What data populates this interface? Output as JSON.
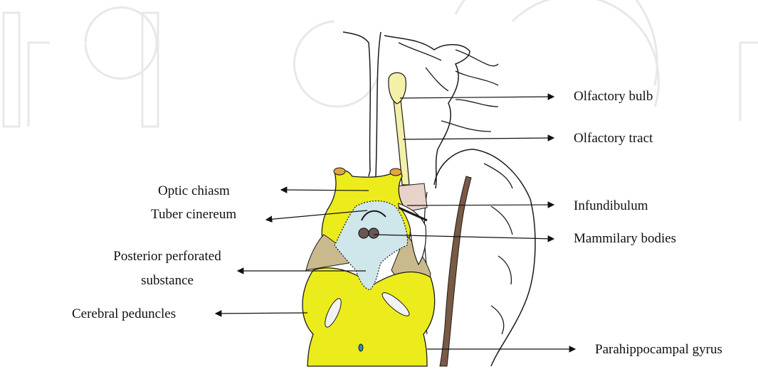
{
  "diagram": {
    "labels": {
      "olfactory_bulb": "Olfactory bulb",
      "olfactory_tract": "Olfactory tract",
      "optic_chiasm": "Optic chiasm",
      "tuber_cinereum": "Tuber cinereum",
      "infundibulum": "Infundibulum",
      "mammilary_bodies": "Mammilary bodies",
      "posterior_perforated_line1": "Posterior perforated",
      "posterior_perforated_line2": "substance",
      "cerebral_peduncles": "Cerebral peduncles",
      "parahippocampal_gyrus": "Parahippocampal gyrus"
    }
  },
  "colors": {
    "yellow_fill": "#ecec1c",
    "pale_yellow": "#f3f0a8",
    "blue_fill": "#cfe6ea",
    "pink_fill": "#e9d2c8",
    "tan_fill": "#c9b98c",
    "watermark": "#e6e6e6",
    "line": "#1a1a1a"
  }
}
